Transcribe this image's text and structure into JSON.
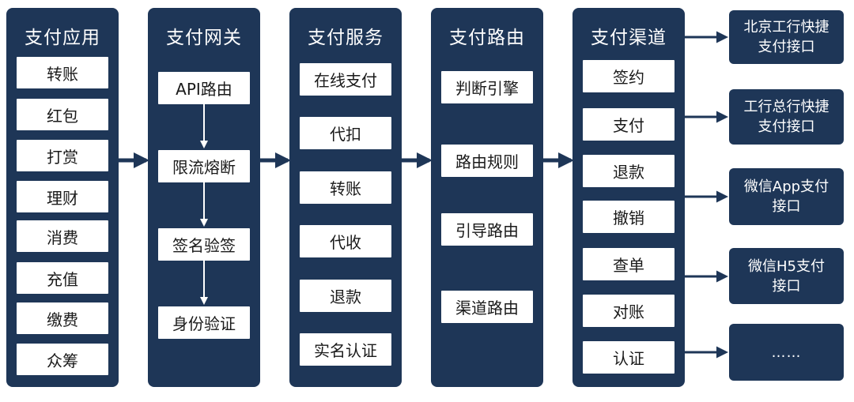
{
  "columns": [
    {
      "title": "支付应用",
      "items": [
        "转账",
        "红包",
        "打赏",
        "理财",
        "消费",
        "充值",
        "缴费",
        "众筹"
      ]
    },
    {
      "title": "支付网关",
      "items": [
        "API路由",
        "限流熔断",
        "签名验签",
        "身份验证"
      ]
    },
    {
      "title": "支付服务",
      "items": [
        "在线支付",
        "代扣",
        "转账",
        "代收",
        "退款",
        "实名认证"
      ]
    },
    {
      "title": "支付路由",
      "items": [
        "判断引擎",
        "路由规则",
        "引导路由",
        "渠道路由"
      ]
    },
    {
      "title": "支付渠道",
      "items": [
        "签约",
        "支付",
        "退款",
        "撤销",
        "查单",
        "对账",
        "认证"
      ]
    }
  ],
  "channels": [
    {
      "line1": "北京工行快捷",
      "line2": "支付接口"
    },
    {
      "line1": "工行总行快捷",
      "line2": "支付接口"
    },
    {
      "line1": "微信App支付",
      "line2": "接口"
    },
    {
      "line1": "微信H5支付",
      "line2": "接口"
    },
    {
      "line1": "……",
      "line2": ""
    }
  ],
  "colors": {
    "panel": "#1e3657",
    "box": "#ffffff",
    "arrow": "#1e3657",
    "gateway_arrow": "#ffffff"
  }
}
